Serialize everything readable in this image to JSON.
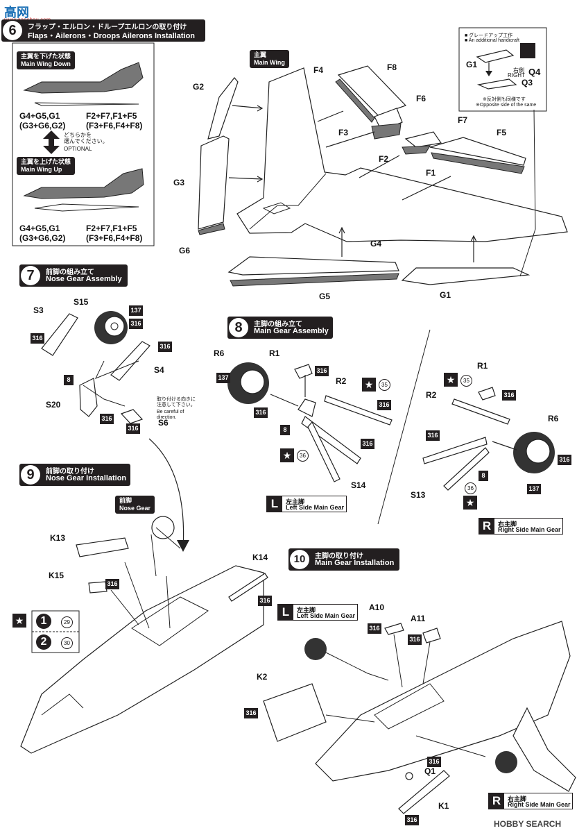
{
  "header": {
    "logo": "高网",
    "logo_sub": "www.gaoshou.com"
  },
  "step6": {
    "num": "6",
    "title_jp": "フラップ・エルロン・ドループエルロンの取り付け",
    "title_en": "Flaps・Ailerons・Droops Ailerons Installation"
  },
  "step6_box": {
    "down_tag_jp": "主翼を下げた状態",
    "down_tag_en": "Main Wing Down",
    "down_left_1": "G4+G5,G1",
    "down_left_2": "(G3+G6,G2)",
    "down_right_1": "F2+F7,F1+F5",
    "down_right_2": "(F3+F6,F4+F8)",
    "optional_jp": "どちらかを\n選んでください。",
    "optional_en": "OPTIONAL",
    "up_tag_jp": "主翼を上げた状態",
    "up_tag_en": "Main Wing Up",
    "up_left_1": "G4+G5,G1",
    "up_left_2": "(G3+G6,G2)",
    "up_right_1": "F2+F7,F1+F5",
    "up_right_2": "(F3+F6,F4+F8)"
  },
  "step6_labels": {
    "main_wing_jp": "主翼",
    "main_wing_en": "Main Wing",
    "G2": "G2",
    "G3": "G3",
    "G6": "G6",
    "F4": "F4",
    "F8": "F8",
    "F6": "F6",
    "F3": "F3",
    "F7": "F7",
    "F5": "F5",
    "F2": "F2",
    "F1": "F1",
    "G4": "G4",
    "G5": "G5",
    "G1": "G1"
  },
  "upgrade_box": {
    "line1": "■ グレードアップ工作",
    "line2": "■ An additional handicraft",
    "G1": "G1",
    "right_jp": "右側",
    "right_en": "RIGHT",
    "Q4": "Q4",
    "Q3": "Q3",
    "note_jp": "※反対側も同様です",
    "note_en": "※Opposite side of the same"
  },
  "step7": {
    "num": "7",
    "title_jp": "前脚の組み立て",
    "title_en": "Nose Gear Assembly",
    "S3": "S3",
    "S15": "S15",
    "S4": "S4",
    "S20": "S20",
    "S6": "S6",
    "c137": "137",
    "c316a": "316",
    "c316b": "316",
    "c316c": "316",
    "c316d": "316",
    "c316e": "316",
    "c8": "8",
    "dir_jp": "取り付ける向きに\n注意して下さい。",
    "dir_en": "Be careful of\ndirection."
  },
  "step8": {
    "num": "8",
    "title_jp": "主脚の組み立て",
    "title_en": "Main Gear Assembly",
    "R6": "R6",
    "R1": "R1",
    "R2": "R2",
    "S14": "S14",
    "S13": "S13",
    "c137": "137",
    "c316": "316",
    "c8": "8",
    "c35": "35",
    "c36": "36",
    "left_letter": "L",
    "left_jp": "左主脚",
    "left_en": "Left Side Main Gear",
    "right_letter": "R",
    "right_jp": "右主脚",
    "right_en": "Right Side Main Gear"
  },
  "step9": {
    "num": "9",
    "title_jp": "前脚の取り付け",
    "title_en": "Nose Gear Installation",
    "nose_tag_jp": "前脚",
    "nose_tag_en": "Nose Gear",
    "K13": "K13",
    "K15": "K15",
    "K14": "K14",
    "c316": "316",
    "opt1": "1",
    "opt1_color": "29",
    "opt2": "2",
    "opt2_color": "30"
  },
  "step10": {
    "num": "10",
    "title_jp": "主脚の取り付け",
    "title_en": "Main Gear Installation",
    "left_letter": "L",
    "left_jp": "左主脚",
    "left_en": "Left Side Main Gear",
    "right_letter": "R",
    "right_jp": "右主脚",
    "right_en": "Right Side Main Gear",
    "A10": "A10",
    "A11": "A11",
    "K2": "K2",
    "Q1": "Q1",
    "K1": "K1",
    "c316": "316"
  },
  "footer": {
    "watermark": "HOBBY SEARCH"
  }
}
